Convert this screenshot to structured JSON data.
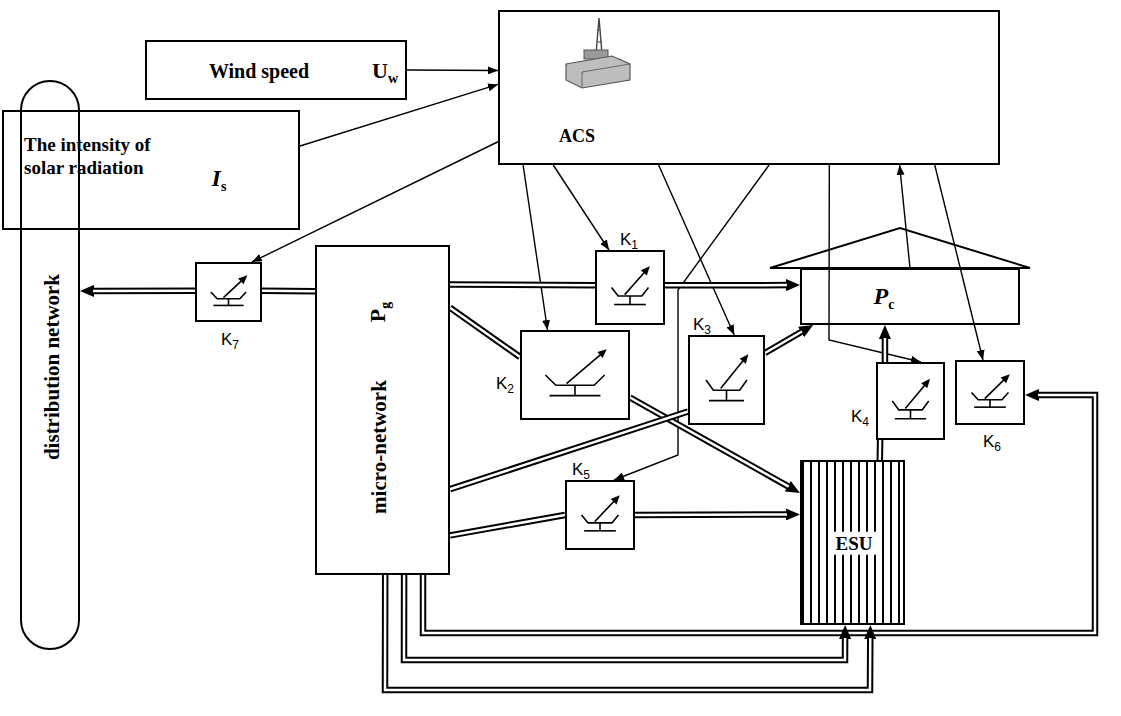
{
  "diagram": {
    "nodes": [
      {
        "text": [
          "Wind speed",
          "U",
          "w"
        ]
      },
      {
        "text": [
          "The intensity of solar radiation",
          "I",
          "s"
        ]
      },
      {
        "text": [
          "ACS"
        ]
      },
      {
        "text": [
          "distribution network"
        ]
      },
      {
        "text": [
          "K",
          "7"
        ]
      },
      {
        "text": [
          "micro-network",
          "P",
          "g"
        ]
      },
      {
        "text": [
          "K",
          "1"
        ]
      },
      {
        "text": [
          "K",
          "2"
        ]
      },
      {
        "text": [
          "K",
          "3"
        ]
      },
      {
        "text": [
          "P",
          "c"
        ]
      },
      {
        "text": [
          "K",
          "4"
        ]
      },
      {
        "text": [
          "K",
          "6"
        ]
      },
      {
        "text": [
          "K",
          "5"
        ]
      },
      {
        "text": [
          "ESU"
        ]
      }
    ],
    "edges": [
      {
        "from": 0,
        "to": 2,
        "arrow": "to"
      },
      {
        "from": 1,
        "to": 2,
        "arrow": "to"
      },
      {
        "from": 2,
        "to": 4,
        "arrow": "to"
      },
      {
        "from": 2,
        "to": 6,
        "arrow": "to"
      },
      {
        "from": 2,
        "to": 7,
        "arrow": "to"
      },
      {
        "from": 2,
        "to": 8,
        "arrow": "to"
      },
      {
        "from": 2,
        "to": 12,
        "arrow": "to"
      },
      {
        "from": 2,
        "to": 10,
        "arrow": "to"
      },
      {
        "from": 2,
        "to": 11,
        "arrow": "to"
      },
      {
        "from": 9,
        "to": 2,
        "arrow": "to"
      },
      {
        "from": 5,
        "to": 4,
        "arrow": "none"
      },
      {
        "from": 4,
        "to": 3,
        "arrow": "to"
      },
      {
        "from": 5,
        "to": 6,
        "arrow": "none"
      },
      {
        "from": 6,
        "to": 9,
        "arrow": "to"
      },
      {
        "from": 5,
        "to": 7,
        "arrow": "none"
      },
      {
        "from": 7,
        "to": 13,
        "arrow": "to"
      },
      {
        "from": 5,
        "to": 8,
        "arrow": "none"
      },
      {
        "from": 8,
        "to": 9,
        "arrow": "to"
      },
      {
        "from": 13,
        "to": 10,
        "arrow": "none"
      },
      {
        "from": 10,
        "to": 9,
        "arrow": "to"
      },
      {
        "from": 5,
        "to": 12,
        "arrow": "none"
      },
      {
        "from": 12,
        "to": 13,
        "arrow": "to"
      },
      {
        "from": 5,
        "to": 11,
        "arrow": "to"
      },
      {
        "from": 5,
        "to": 13,
        "arrow": "to"
      },
      {
        "from": 5,
        "to": 13,
        "arrow": "to"
      }
    ]
  }
}
